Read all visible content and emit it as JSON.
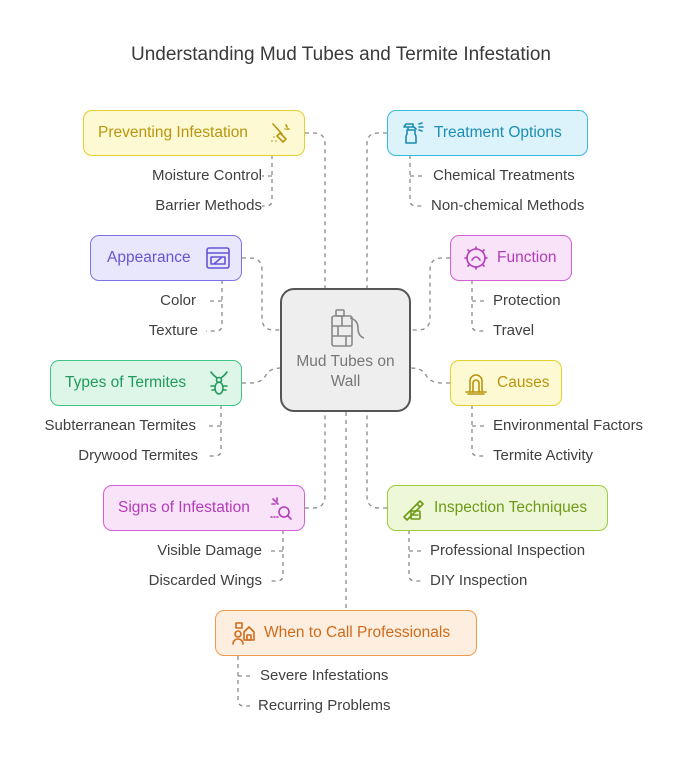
{
  "title": "Understanding Mud Tubes and Termite Infestation",
  "center": {
    "label": "Mud Tubes on Wall",
    "icon": "wall-with-tubes-icon"
  },
  "branches": {
    "preventing": {
      "label": "Preventing Infestation",
      "icon": "broom-icon",
      "items": [
        "Moisture Control",
        "Barrier Methods"
      ]
    },
    "treatment": {
      "label": "Treatment Options",
      "icon": "spray-bottle-icon",
      "items": [
        "Chemical Treatments",
        "Non-chemical Methods"
      ]
    },
    "appearance": {
      "label": "Appearance",
      "icon": "window-icon",
      "items": [
        "Color",
        "Texture"
      ]
    },
    "function": {
      "label": "Function",
      "icon": "shield-hand-icon",
      "items": [
        "Protection",
        "Travel"
      ]
    },
    "types": {
      "label": "Types of Termites",
      "icon": "termite-icon",
      "items": [
        "Subterranean Termites",
        "Drywood Termites"
      ]
    },
    "causes": {
      "label": "Causes",
      "icon": "plant-growth-icon",
      "items": [
        "Environmental Factors",
        "Termite Activity"
      ]
    },
    "signs": {
      "label": "Signs of Infestation",
      "icon": "magnifier-bug-icon",
      "items": [
        "Visible Damage",
        "Discarded Wings"
      ]
    },
    "inspection": {
      "label": "Inspection Techniques",
      "icon": "clipboard-pen-icon",
      "items": [
        "Professional Inspection",
        "DIY Inspection"
      ]
    },
    "professionals": {
      "label": "When to Call Professionals",
      "icon": "worker-house-icon",
      "items": [
        "Severe Infestations",
        "Recurring Problems"
      ]
    }
  },
  "colors": {
    "yellow": "#e5cf2c",
    "cyan": "#38b9e0",
    "purple": "#7d72e6",
    "pink": "#d45fd9",
    "green": "#3ec484",
    "lime": "#9ccd3c",
    "orange": "#ee9b4f",
    "connector": "#8a8a8a"
  }
}
